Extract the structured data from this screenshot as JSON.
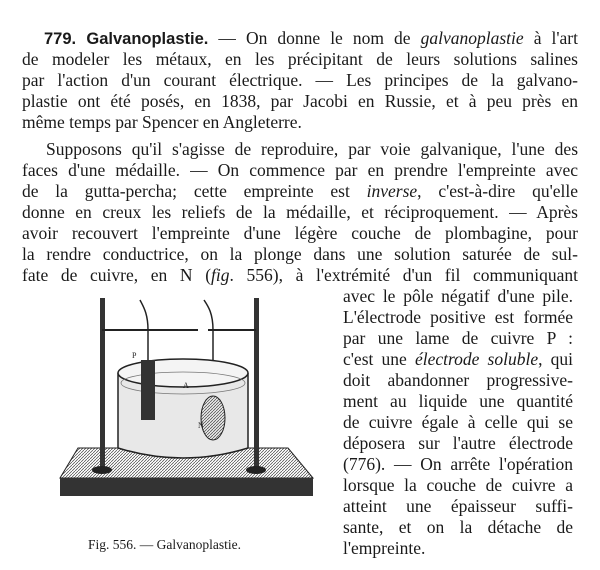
{
  "section": {
    "number_title": "779. Galvanoplastie.",
    "p1": [
      " — On donne le nom de ",
      "galvanoplastie",
      " à l'art",
      "de modeler les métaux, en les précipitant de leurs solutions salines",
      "par l'action d'un courant électrique. — Les principes de la galvano-",
      "plastie ont été posés, en 1838, par Jacobi en Russie, et à peu près en",
      "même temps par Spencer en Angleterre."
    ],
    "p2": [
      "Supposons qu'il s'agisse de reproduire, par voie galvanique, l'une des",
      "faces d'une médaille. — On commence par en prendre l'empreinte avec",
      "de la gutta-percha; cette empreinte est ",
      "inverse",
      ", c'est-à-dire qu'elle",
      "donne en creux les reliefs de la médaille, et réciproquement. — Après",
      "avoir recouvert l'empreinte d'une légère couche de plombagine, pour",
      "la rendre conductrice, on la plonge dans une solution saturée de sul-",
      "fate de cuivre, en N (",
      "fig",
      ". 556), à l'extrémité d'un fil communiquant"
    ],
    "p2_right": [
      "avec le pôle négatif d'une pile.",
      "L'électrode positive est formée",
      "par une lame de cuivre P :",
      "c'est une ",
      "électrode soluble",
      ", qui",
      "doit abandonner progressive-",
      "ment au liquide une quantité",
      "de cuivre égale à celle qui se",
      "déposera sur l'autre électrode",
      "(776). — On arrête l'opération",
      "lorsque la couche de cuivre a",
      "atteint une épaisseur suffi-",
      "sante, et on la détache de",
      "l'empreinte."
    ]
  },
  "figure": {
    "caption": "Fig. 556. — Galvanoplastie.",
    "labels": {
      "p": "P",
      "a": "A",
      "n": "N"
    }
  }
}
